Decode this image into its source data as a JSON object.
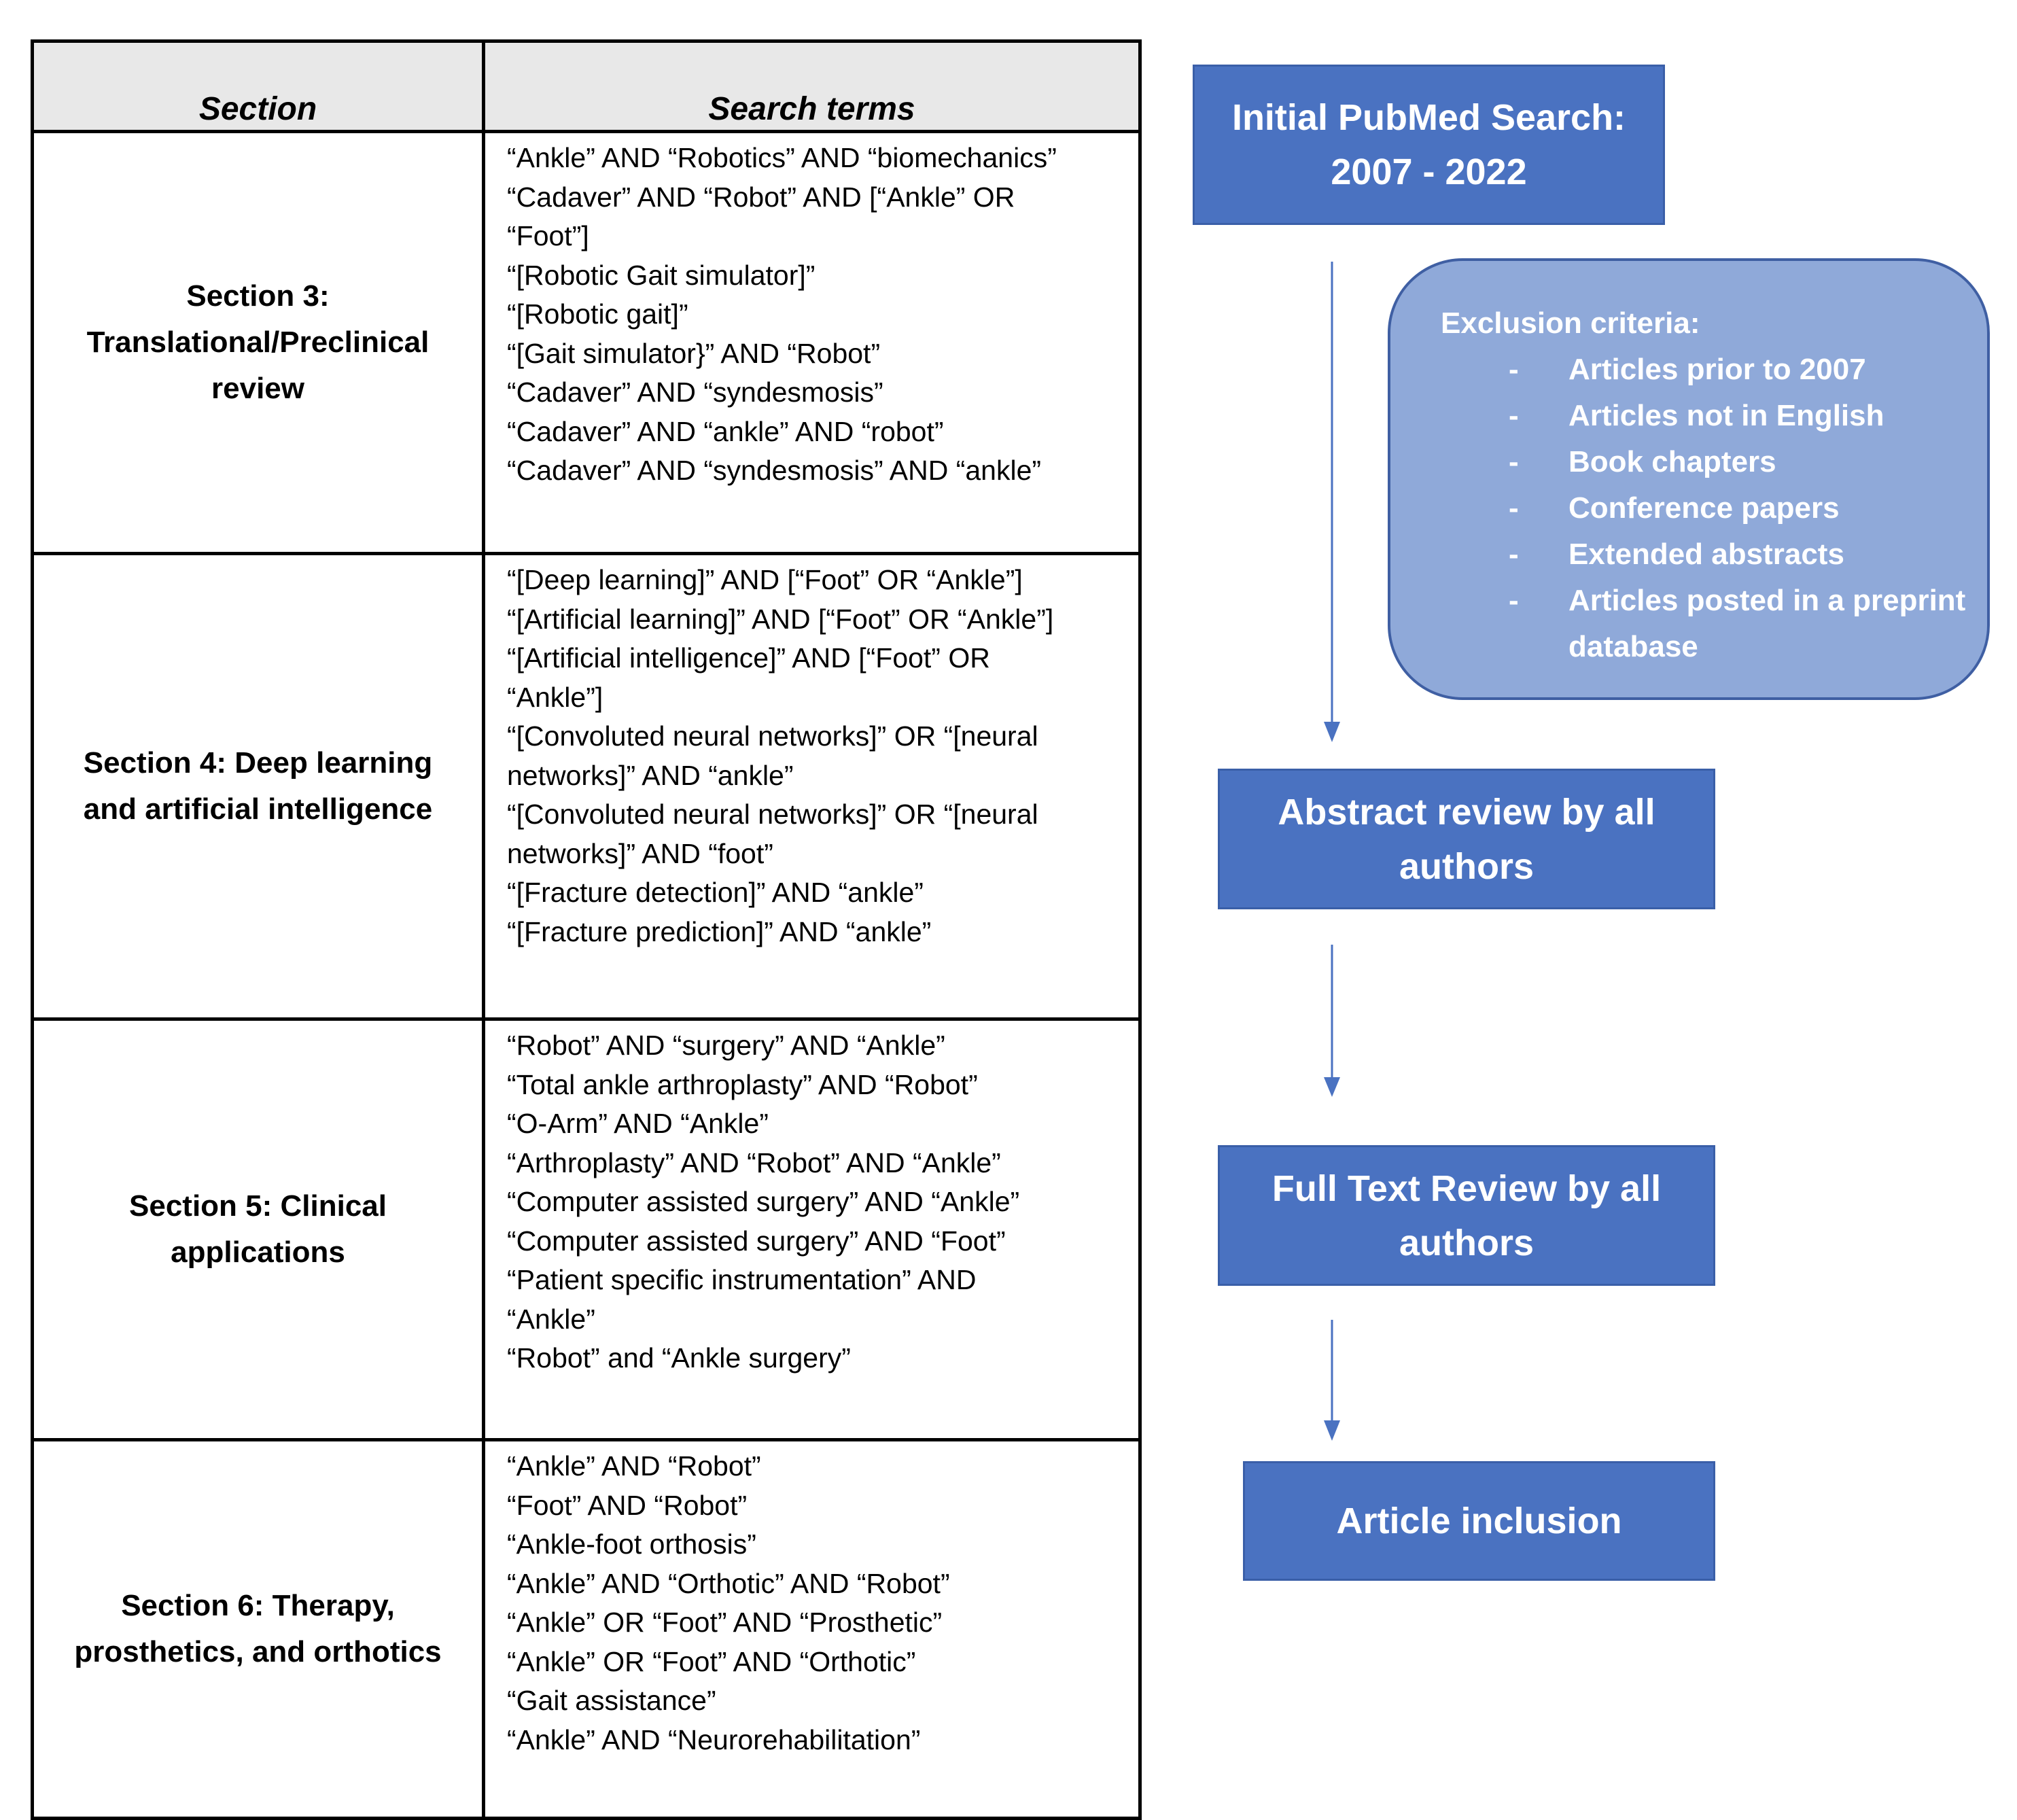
{
  "table": {
    "headers": {
      "section": "Section",
      "terms": "Search terms"
    },
    "rows": [
      {
        "section_lines": [
          "Section 3:",
          "Translational/Preclinical",
          "review"
        ],
        "terms": [
          "“Ankle” AND “Robotics” AND “biomechanics”",
          "“Cadaver” AND “Robot” AND [“Ankle” OR",
          "“Foot”]",
          "“[Robotic Gait simulator]”",
          "“[Robotic gait]”",
          "“[Gait simulator}” AND “Robot”",
          "“Cadaver” AND “syndesmosis”",
          "“Cadaver” AND “ankle” AND “robot”",
          "“Cadaver” AND “syndesmosis” AND “ankle”"
        ]
      },
      {
        "section_lines": [
          "Section 4: Deep learning",
          "and artificial intelligence"
        ],
        "terms": [
          "“[Deep learning]” AND [“Foot” OR “Ankle”]",
          "“[Artificial learning]” AND [“Foot” OR “Ankle”]",
          "“[Artificial intelligence]” AND [“Foot” OR",
          "“Ankle”]",
          "“[Convoluted neural networks]” OR “[neural",
          "networks]” AND “ankle”",
          "“[Convoluted neural networks]” OR “[neural",
          "networks]” AND “foot”",
          "“[Fracture detection]” AND “ankle”",
          "“[Fracture prediction]” AND “ankle”"
        ]
      },
      {
        "section_lines": [
          "Section 5: Clinical",
          "applications"
        ],
        "terms": [
          "“Robot” AND “surgery” AND “Ankle”",
          "“Total ankle arthroplasty” AND “Robot”",
          "“O-Arm” AND “Ankle”",
          "“Arthroplasty” AND “Robot” AND “Ankle”",
          "“Computer assisted surgery” AND “Ankle”",
          "“Computer assisted surgery” AND “Foot”",
          "“Patient specific instrumentation” AND",
          "“Ankle”",
          "“Robot” and “Ankle surgery”"
        ]
      },
      {
        "section_lines": [
          "Section 6: Therapy,",
          "prosthetics, and orthotics"
        ],
        "terms": [
          "“Ankle” AND “Robot”",
          "“Foot” AND “Robot”",
          "“Ankle-foot orthosis”",
          "“Ankle” AND “Orthotic” AND “Robot”",
          "“Ankle” OR “Foot” AND “Prosthetic”",
          "“Ankle” OR “Foot” AND “Orthotic”",
          "“Gait assistance”",
          "“Ankle” AND “Neurorehabilitation”"
        ]
      }
    ]
  },
  "flow": {
    "initial_search": [
      "Initial PubMed Search:",
      "2007 - 2022"
    ],
    "exclusion": {
      "title": "Exclusion criteria:",
      "items": [
        "Articles prior to 2007",
        "Articles not in English",
        "Book chapters",
        "Conference papers",
        "Extended abstracts",
        "Articles posted in a preprint database"
      ],
      "dash": "-"
    },
    "abstract_review": [
      "Abstract review by all",
      "authors"
    ],
    "full_text_review": [
      "Full Text Review by all",
      "authors"
    ],
    "article_inclusion": [
      "Article inclusion"
    ]
  },
  "colors": {
    "box_fill": "#4a72c1",
    "exclusion_fill": "#8fa9d9",
    "arrow": "#4a72c1",
    "header_fill": "#e8e8e8"
  }
}
